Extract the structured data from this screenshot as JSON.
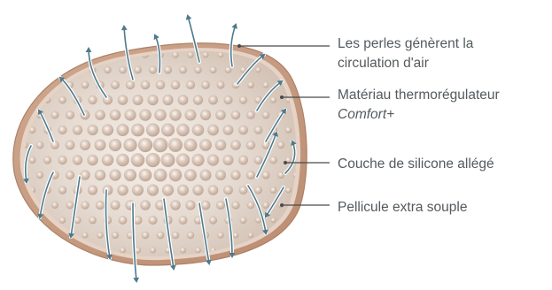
{
  "colors": {
    "outer_skin": "#c69a80",
    "outer_skin_edge": "#ad8166",
    "inner_body": "#dccfc5",
    "inner_highlight": "#f6f0ea",
    "bead_fill": "#ccb6a6",
    "bead_highlight": "#f5eee8",
    "arrow": "#4f7a8c",
    "arrow_glow": "#ffffff",
    "leader_line": "#4a4a4a",
    "text": "#555a5e"
  },
  "labels": [
    {
      "id": "pearls",
      "line1": "Les perles génèrent la",
      "line2": "circulation d'air",
      "line2_italic": ""
    },
    {
      "id": "material",
      "line1": "Matériau thermorégulateur",
      "line2": "",
      "line2_italic": "Comfort+"
    },
    {
      "id": "silicone",
      "line1": "Couche de silicone allégé",
      "line2": "",
      "line2_italic": ""
    },
    {
      "id": "film",
      "line1": "Pellicule extra souple",
      "line2": "",
      "line2_italic": ""
    }
  ]
}
